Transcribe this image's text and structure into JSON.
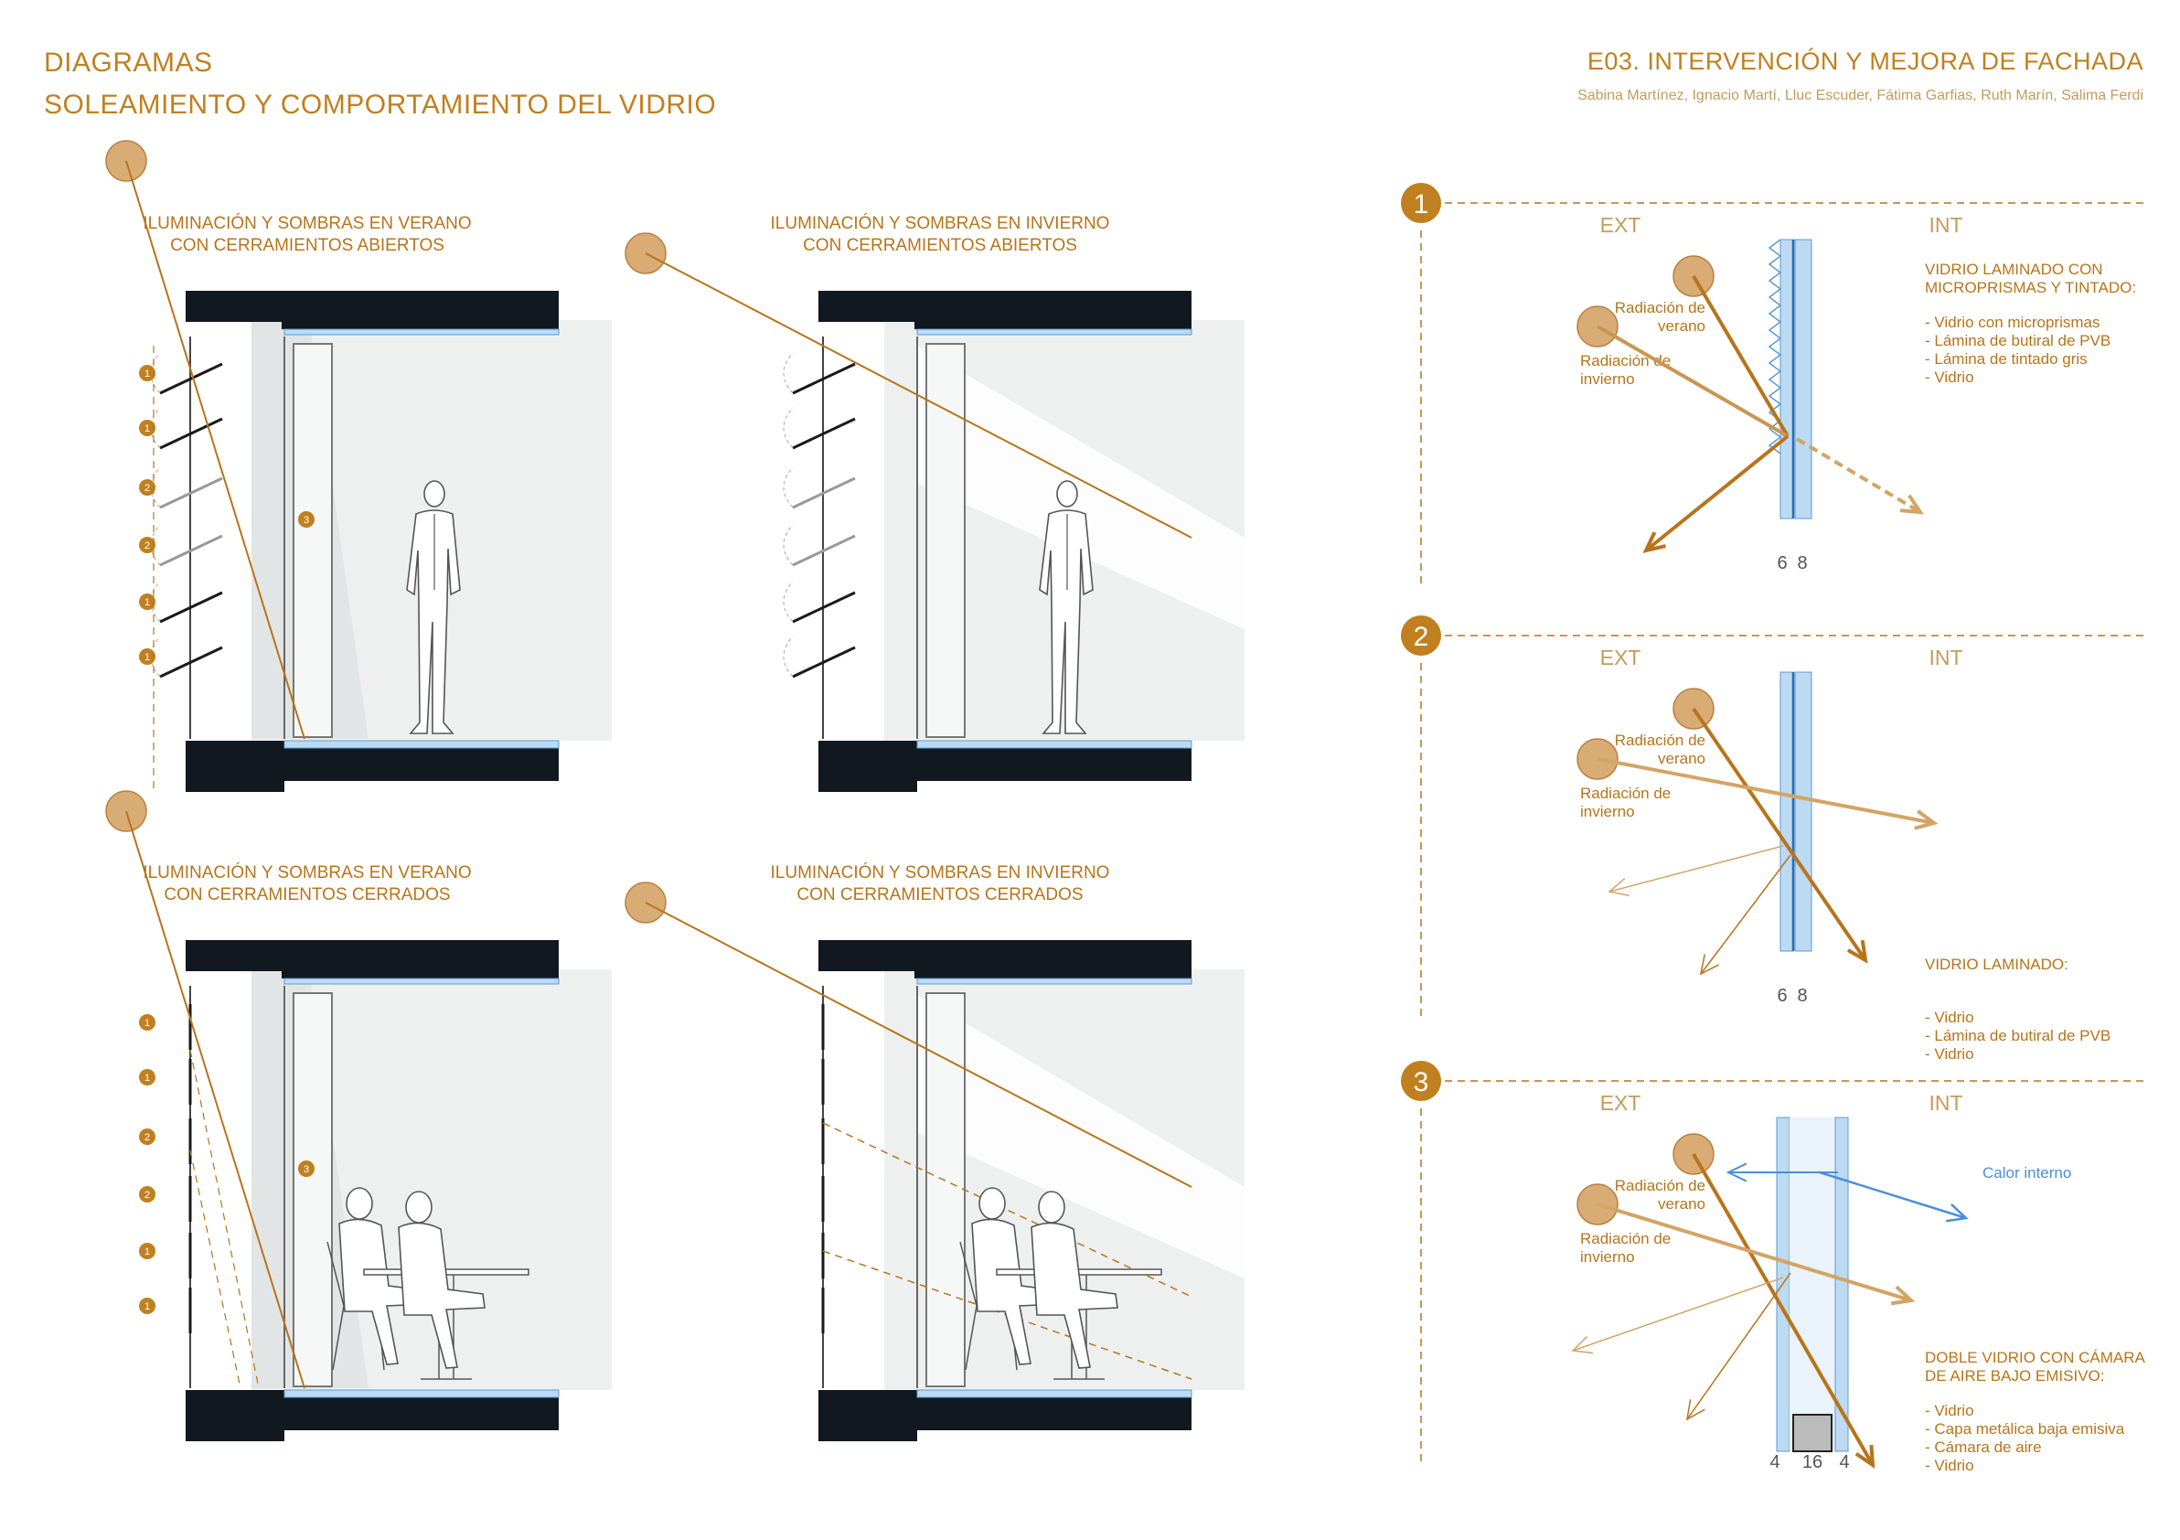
{
  "colors": {
    "accent": "#b8741a",
    "accent_light": "#d4a464",
    "sun": "#d9ac76",
    "sun_stroke": "#b98240",
    "slab": "#111820",
    "glass": "#bcdaf2",
    "glass_edge": "#5b9bd5",
    "interior": "#eef0f0",
    "heat": "#4a8fd8"
  },
  "header": {
    "title_line1": "DIAGRAMAS",
    "title_line2": "SOLEAMIENTO Y COMPORTAMIENTO DEL VIDRIO",
    "project_title": "E03. INTERVENCIÓN Y MEJORA DE FACHADA",
    "authors": "Sabina Martínez, Ignacio Martí, Lluc Escuder, Fátima Garfias, Ruth Marín, Salima Ferdi"
  },
  "sections": [
    {
      "caption_line1": "ILUMINACIÓN Y SOMBRAS EN VERANO",
      "caption_line2": "CON CERRAMIENTOS ABIERTOS",
      "markers": [
        "1",
        "1",
        "2",
        "2",
        "1",
        "1"
      ],
      "inner_marker": "3"
    },
    {
      "caption_line1": "ILUMINACIÓN Y SOMBRAS EN INVIERNO",
      "caption_line2": "CON CERRAMIENTOS ABIERTOS"
    },
    {
      "caption_line1": "ILUMINACIÓN Y SOMBRAS EN VERANO",
      "caption_line2": "CON CERRAMIENTOS CERRADOS",
      "markers": [
        "1",
        "1",
        "2",
        "2",
        "1",
        "1"
      ],
      "inner_marker": "3"
    },
    {
      "caption_line1": "ILUMINACIÓN Y SOMBRAS EN INVIERNO",
      "caption_line2": "CON CERRAMIENTOS CERRADOS"
    }
  ],
  "glass_details": [
    {
      "number": "1",
      "ext": "EXT",
      "int": "INT",
      "summer_label_1": "Radiación de",
      "summer_label_2": "verano",
      "winter_label_1": "Radiación de",
      "winter_label_2": "invierno",
      "desc_title_1": "VIDRIO      LAMINADO      CON",
      "desc_title_2": "MICROPRISMAS Y TINTADO:",
      "desc_items": [
        "- Vidrio con microprismas",
        "- Lámina de butiral de PVB",
        "- Lámina de tintado gris",
        "- Vidrio"
      ],
      "dims": [
        "6",
        "8"
      ]
    },
    {
      "number": "2",
      "ext": "EXT",
      "int": "INT",
      "summer_label_1": "Radiación de",
      "summer_label_2": "verano",
      "winter_label_1": "Radiación de",
      "winter_label_2": "invierno",
      "desc_title_1": "VIDRIO LAMINADO:",
      "desc_title_2": "",
      "desc_items": [
        "- Vidrio",
        "- Lámina de butiral de PVB",
        "- Vidrio"
      ],
      "dims": [
        "6",
        "8"
      ]
    },
    {
      "number": "3",
      "ext": "EXT",
      "int": "INT",
      "summer_label_1": "Radiación de",
      "summer_label_2": "verano",
      "winter_label_1": "Radiación de",
      "winter_label_2": "invierno",
      "heat_label": "Calor interno",
      "desc_title_1": "DOBLE VIDRIO CON CÁMARA",
      "desc_title_2": "DE AIRE BAJO EMISIVO:",
      "desc_items": [
        "- Vidrio",
        "- Capa metálica baja emisiva",
        "- Cámara de aire",
        "- Vidrio"
      ],
      "dims": [
        "4",
        "16",
        "4"
      ]
    }
  ]
}
